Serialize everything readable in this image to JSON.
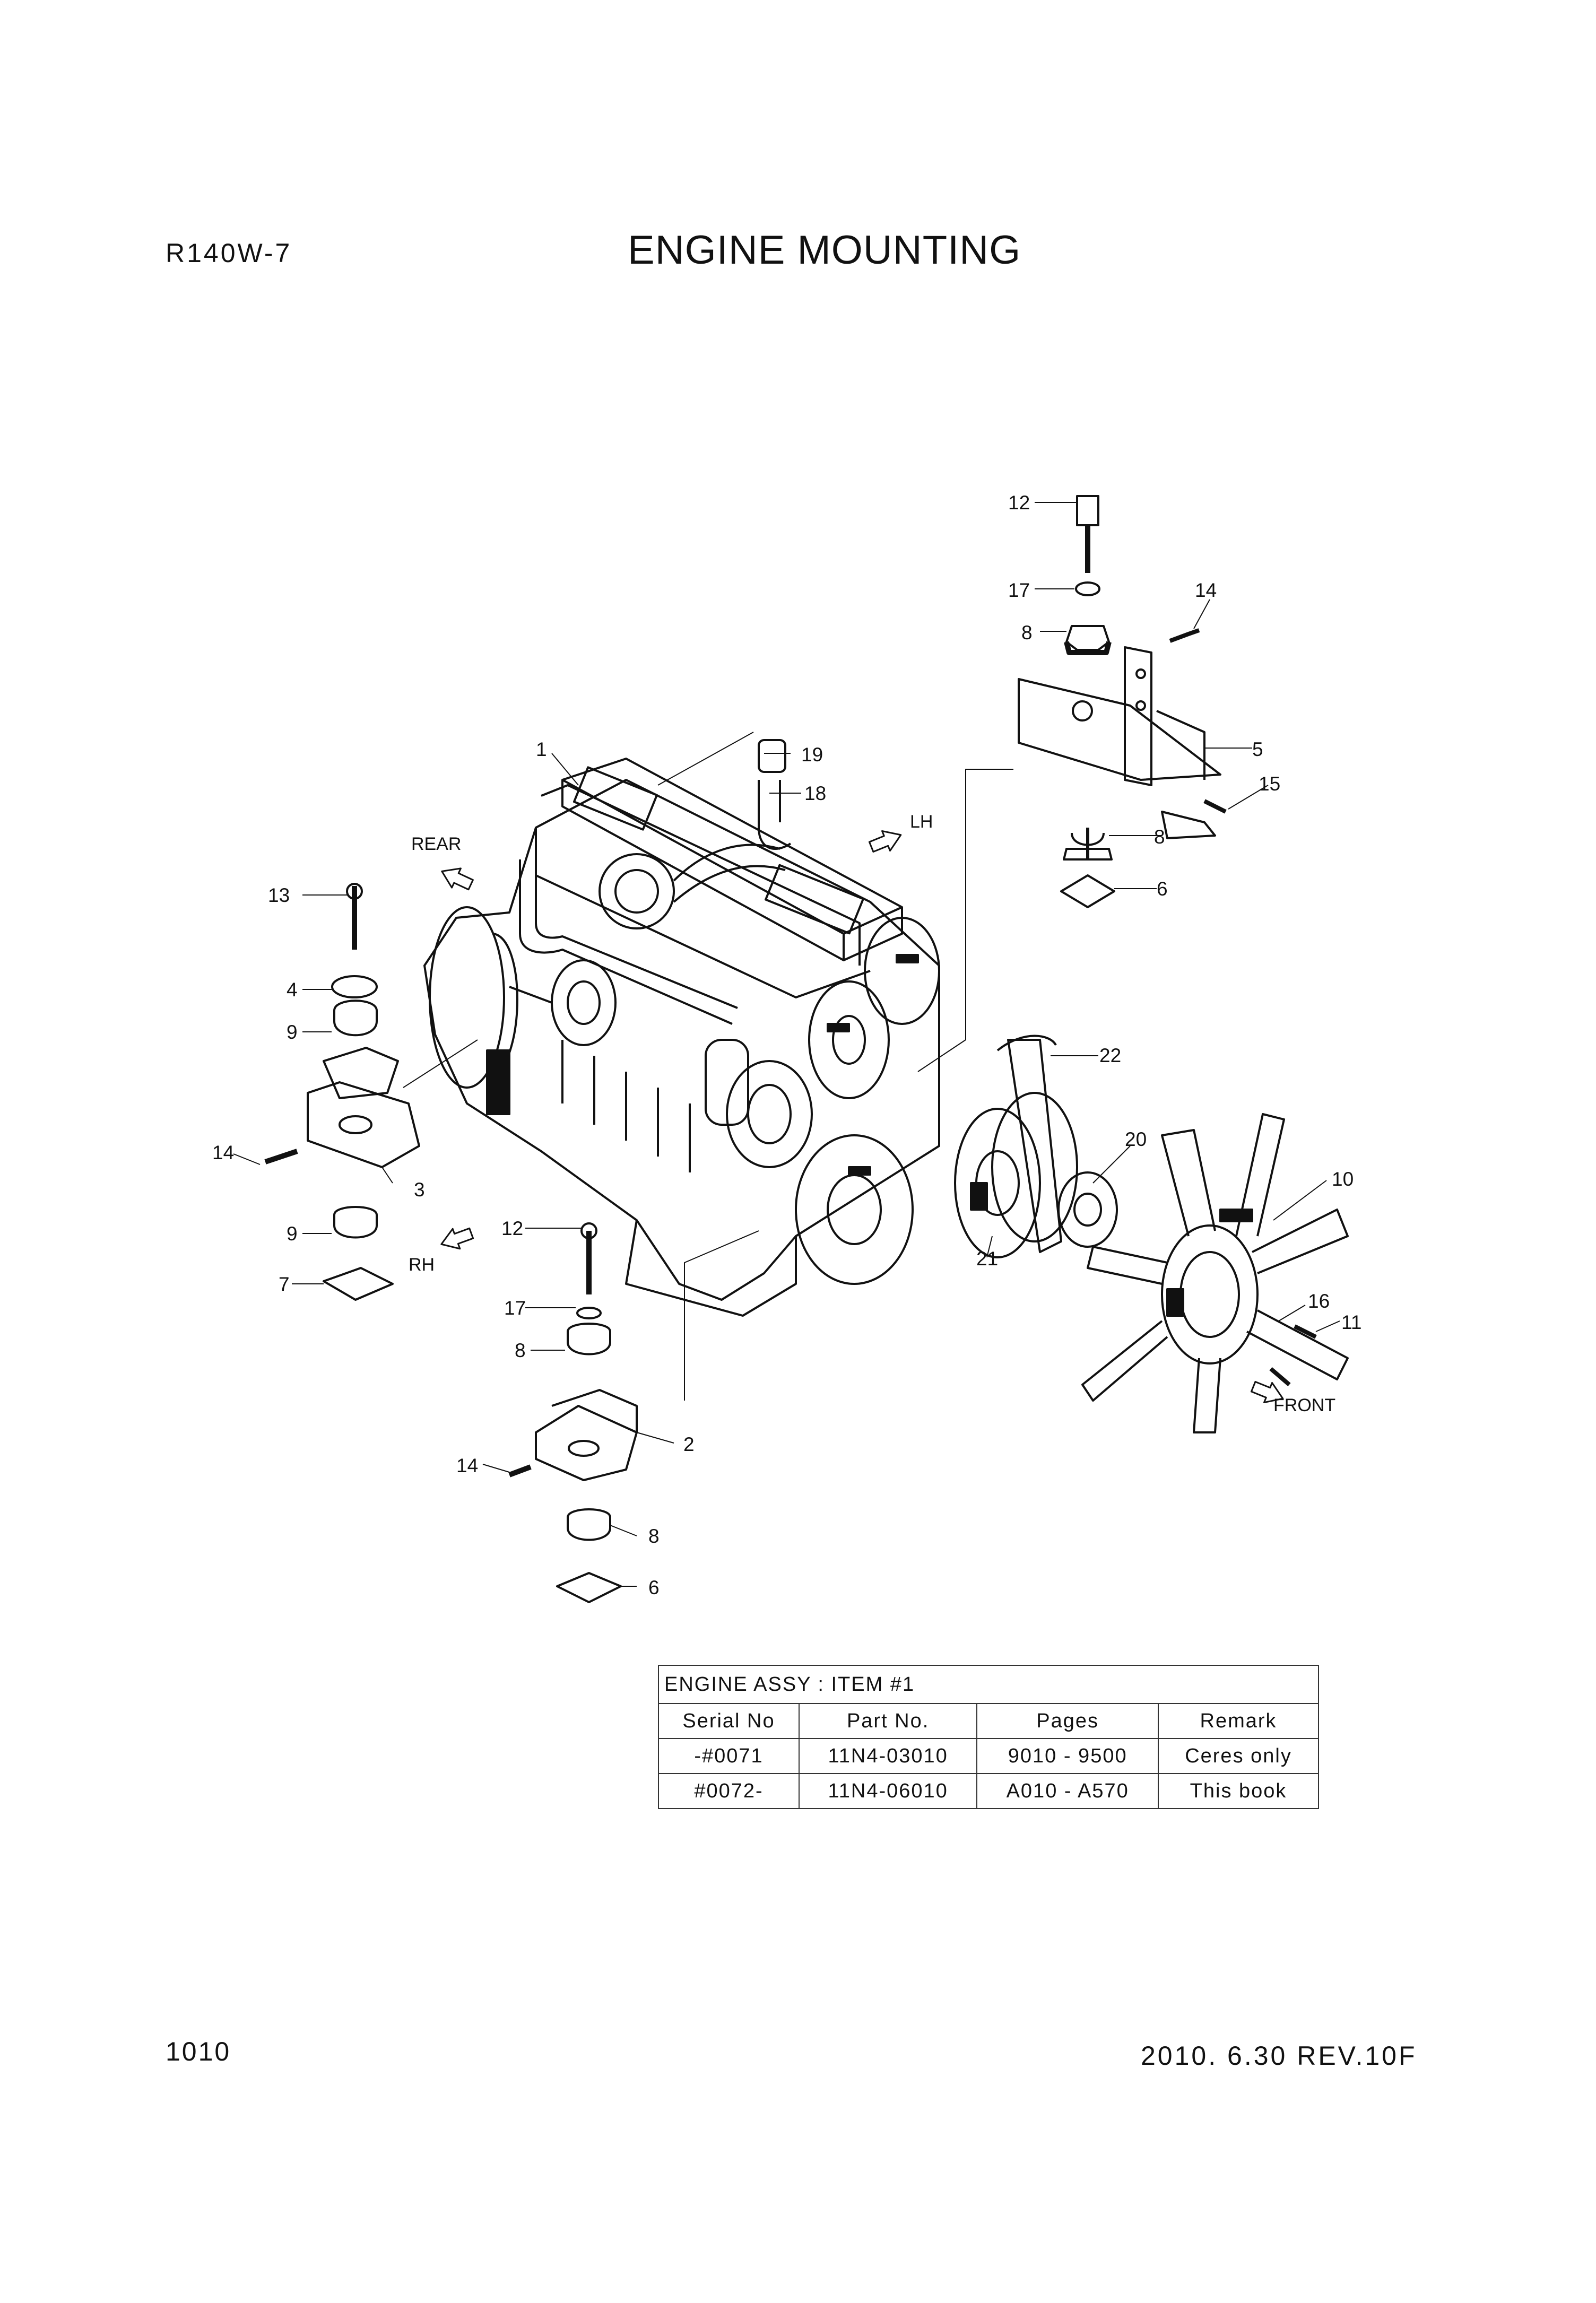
{
  "header": {
    "model": "R140W-7",
    "title": "ENGINE MOUNTING"
  },
  "footer": {
    "page_number": "1010",
    "revision": "2010. 6.30  REV.10F"
  },
  "directions": {
    "rear": "REAR",
    "lh": "LH",
    "rh": "RH",
    "front": "FRONT"
  },
  "callouts": {
    "c1": "1",
    "c2": "2",
    "c3": "3",
    "c4": "4",
    "c5": "5",
    "c6a": "6",
    "c6b": "6",
    "c7": "7",
    "c8a": "8",
    "c8b": "8",
    "c8c": "8",
    "c8d": "8",
    "c9a": "9",
    "c9b": "9",
    "c10": "10",
    "c11": "11",
    "c12a": "12",
    "c12b": "12",
    "c13": "13",
    "c14a": "14",
    "c14b": "14",
    "c14c": "14",
    "c15": "15",
    "c16": "16",
    "c17a": "17",
    "c17b": "17",
    "c18": "18",
    "c19": "19",
    "c20": "20",
    "c21": "21",
    "c22": "22"
  },
  "engine_assy_table": {
    "caption": "ENGINE ASSY : ITEM #1",
    "columns": [
      "Serial No",
      "Part No.",
      "Pages",
      "Remark"
    ],
    "rows": [
      [
        "-#0071",
        "11N4-03010",
        "9010 - 9500",
        "Ceres only"
      ],
      [
        "#0072-",
        "11N4-06010",
        "A010 - A570",
        "This book"
      ]
    ]
  }
}
